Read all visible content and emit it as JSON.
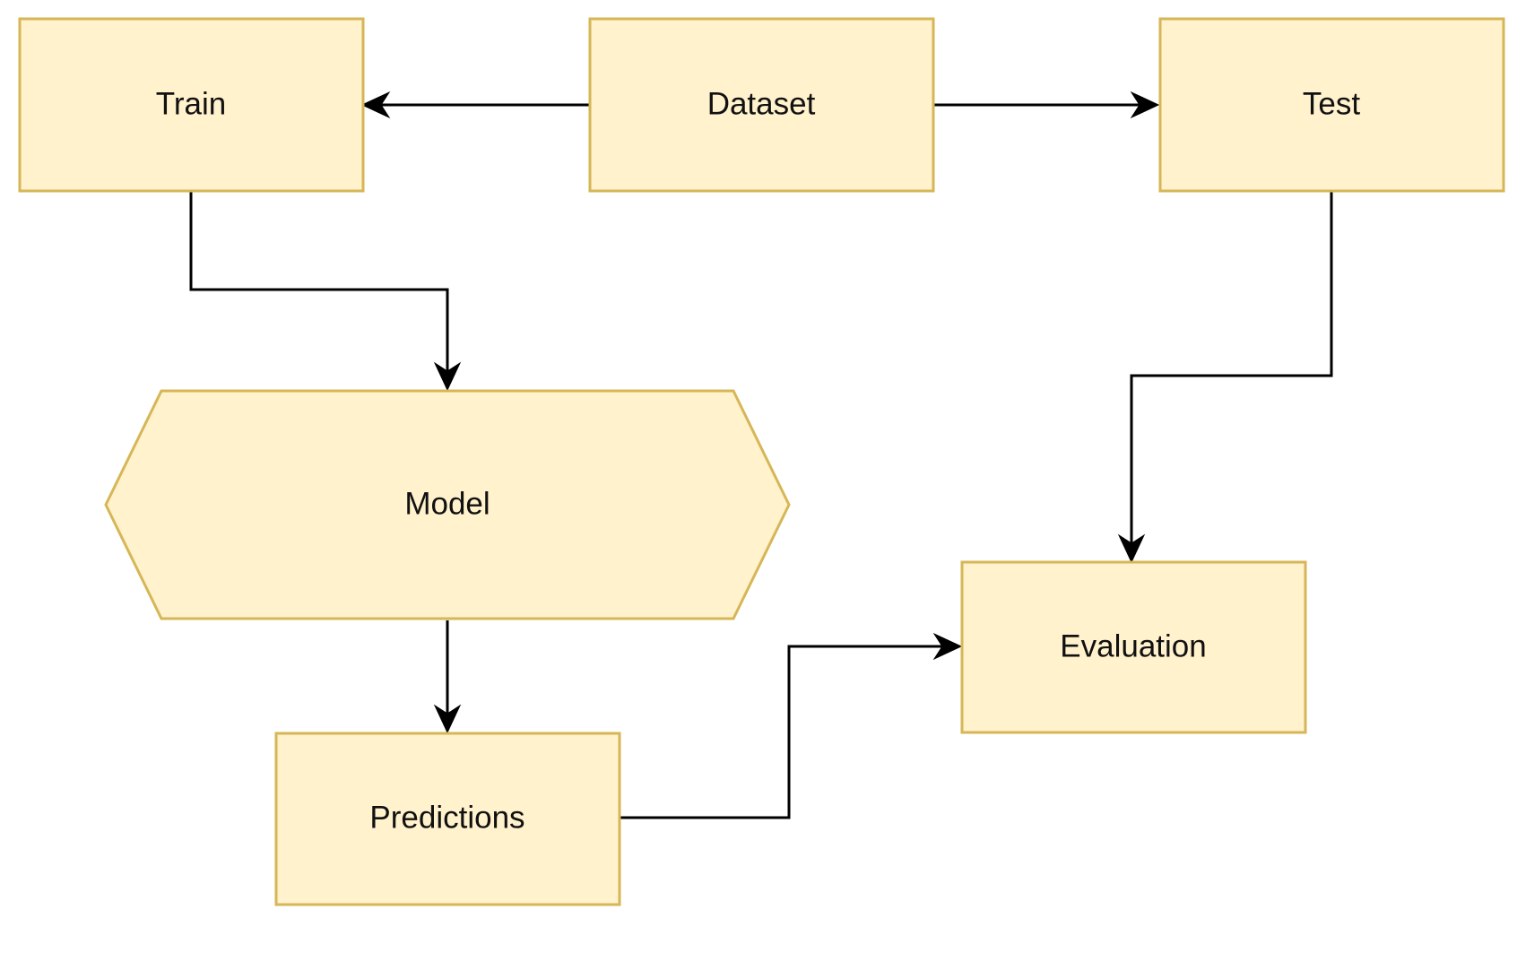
{
  "diagram": {
    "type": "flowchart",
    "colors": {
      "node_fill": "#fff2cc",
      "node_border": "#d6b656",
      "edge": "#000000",
      "text": "#111111"
    },
    "nodes": {
      "train": {
        "label": "Train",
        "shape": "rectangle"
      },
      "dataset": {
        "label": "Dataset",
        "shape": "rectangle"
      },
      "test": {
        "label": "Test",
        "shape": "rectangle"
      },
      "model": {
        "label": "Model",
        "shape": "hexagon"
      },
      "evaluation": {
        "label": "Evaluation",
        "shape": "rectangle"
      },
      "predictions": {
        "label": "Predictions",
        "shape": "rectangle"
      }
    },
    "edges": [
      {
        "from": "Dataset",
        "to": "Train"
      },
      {
        "from": "Dataset",
        "to": "Test"
      },
      {
        "from": "Train",
        "to": "Model"
      },
      {
        "from": "Test",
        "to": "Evaluation"
      },
      {
        "from": "Model",
        "to": "Predictions"
      },
      {
        "from": "Predictions",
        "to": "Evaluation"
      }
    ]
  }
}
